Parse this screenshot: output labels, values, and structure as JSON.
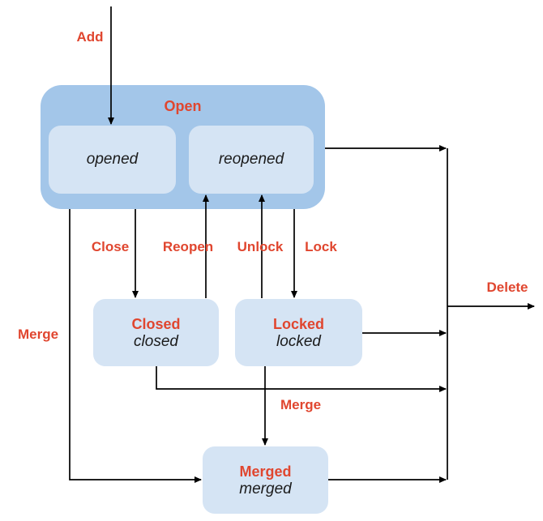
{
  "colors": {
    "container_fill": "#a3c6e9",
    "state_fill": "#d5e4f4",
    "label_red": "#e0462f",
    "line": "#000000",
    "text": "#1b1b1b"
  },
  "diagram": {
    "composite": {
      "title": "Open",
      "substates": [
        {
          "label": "opened"
        },
        {
          "label": "reopened"
        }
      ]
    },
    "states": [
      {
        "id": "closed",
        "title": "Closed",
        "subtitle": "closed"
      },
      {
        "id": "locked",
        "title": "Locked",
        "subtitle": "locked"
      },
      {
        "id": "merged",
        "title": "Merged",
        "subtitle": "merged"
      }
    ],
    "edge_labels": {
      "add": "Add",
      "close": "Close",
      "reopen": "Reopen",
      "unlock": "Unlock",
      "lock": "Lock",
      "merge_left": "Merge",
      "merge_mid": "Merge",
      "delete": "Delete"
    }
  }
}
